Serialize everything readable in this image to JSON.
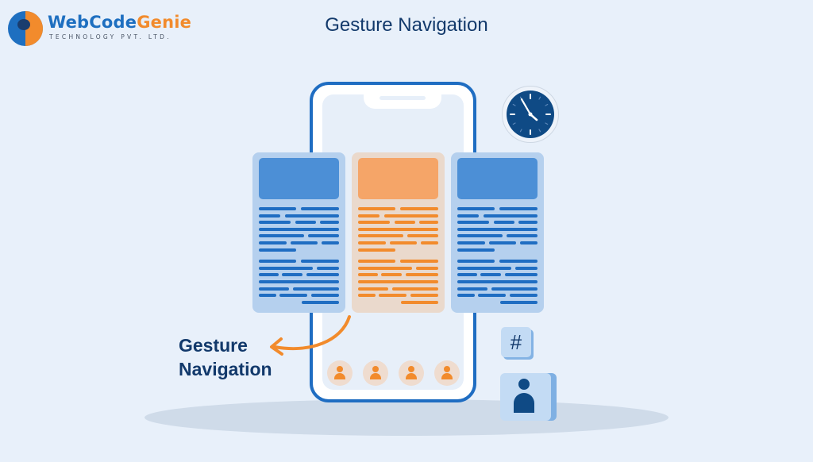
{
  "header": {
    "logo": {
      "name_part1": "WebCode",
      "name_part2": "Genie",
      "tagline": "TECHNOLOGY PVT. LTD.",
      "colors": {
        "blue": "#1e6fc0",
        "orange": "#f28b2c"
      }
    },
    "title": "Gesture Navigation"
  },
  "illustration": {
    "gesture_label_line1": "Gesture",
    "gesture_label_line2": "Navigation",
    "cards": [
      {
        "position": "left",
        "color": "blue"
      },
      {
        "position": "center",
        "color": "orange",
        "active": true
      },
      {
        "position": "right",
        "color": "blue"
      }
    ],
    "bottom_avatars_count": 4,
    "icons": [
      "clock-icon",
      "hashtag-icon",
      "profile-icon",
      "curved-arrow-icon",
      "user-icon"
    ],
    "hashtag_symbol": "#",
    "clock_time": "11:25",
    "colors": {
      "background": "#e8f0fa",
      "phone_border": "#1f6dc2",
      "accent_orange": "#f28b2c",
      "dark_navy": "#12396b"
    }
  }
}
